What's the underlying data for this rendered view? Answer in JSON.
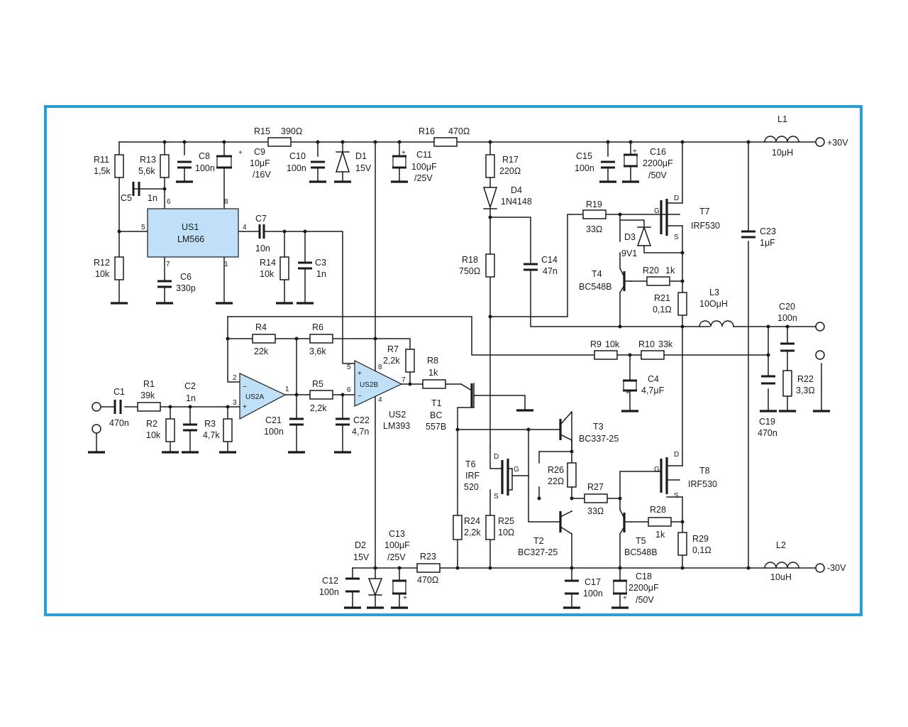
{
  "colors": {
    "frame": "#2a9fd6",
    "ic_fill": "#bfe0f6",
    "wire": "#1a1a1a"
  },
  "rails": {
    "plus": "+30V",
    "minus": "-30V"
  },
  "components": {
    "R1": {
      "ref": "R1",
      "value": "39k"
    },
    "R2": {
      "ref": "R2",
      "value": "10k"
    },
    "R3": {
      "ref": "R3",
      "value": "4,7k"
    },
    "R4": {
      "ref": "R4",
      "value": "22k"
    },
    "R5": {
      "ref": "R5",
      "value": "2,2k"
    },
    "R6": {
      "ref": "R6",
      "value": "3,6k"
    },
    "R7": {
      "ref": "R7",
      "value": "2,2k"
    },
    "R8": {
      "ref": "R8",
      "value": "1k"
    },
    "R9": {
      "ref": "R9",
      "value": "10k"
    },
    "R10": {
      "ref": "R10",
      "value": "33k"
    },
    "R11": {
      "ref": "R11",
      "value": "1,5k"
    },
    "R12": {
      "ref": "R12",
      "value": "10k"
    },
    "R13": {
      "ref": "R13",
      "value": "5,6k"
    },
    "R14": {
      "ref": "R14",
      "value": "10k"
    },
    "R15": {
      "ref": "R15",
      "value": "390Ω"
    },
    "R16": {
      "ref": "R16",
      "value": "470Ω"
    },
    "R17": {
      "ref": "R17",
      "value": "220Ω"
    },
    "R18": {
      "ref": "R18",
      "value": "750Ω"
    },
    "R19": {
      "ref": "R19",
      "value": "33Ω"
    },
    "R20": {
      "ref": "R20",
      "value": "1k"
    },
    "R21": {
      "ref": "R21",
      "value": "0,1Ω"
    },
    "R22": {
      "ref": "R22",
      "value": "3,3Ω"
    },
    "R23": {
      "ref": "R23",
      "value": "470Ω"
    },
    "R24": {
      "ref": "R24",
      "value": "2,2k"
    },
    "R25": {
      "ref": "R25",
      "value": "10Ω"
    },
    "R26": {
      "ref": "R26",
      "value": "22Ω"
    },
    "R27": {
      "ref": "R27",
      "value": "33Ω"
    },
    "R28": {
      "ref": "R28",
      "value": "1k"
    },
    "R29": {
      "ref": "R29",
      "value": "0,1Ω"
    },
    "C1": {
      "ref": "C1",
      "value": "470n"
    },
    "C2": {
      "ref": "C2",
      "value": "1n"
    },
    "C3": {
      "ref": "C3",
      "value": "1n"
    },
    "C4": {
      "ref": "C4",
      "value": "4,7μF"
    },
    "C5": {
      "ref": "C5",
      "value": "1n"
    },
    "C6": {
      "ref": "C6",
      "value": "330p"
    },
    "C7": {
      "ref": "C7",
      "value": "10n"
    },
    "C8": {
      "ref": "C8",
      "value": "100n"
    },
    "C9": {
      "ref": "C9",
      "value": "10μF",
      "value2": "/16V"
    },
    "C10": {
      "ref": "C10",
      "value": "100n"
    },
    "C11": {
      "ref": "C11",
      "value": "100μF",
      "value2": "/25V"
    },
    "C12": {
      "ref": "C12",
      "value": "100n"
    },
    "C13": {
      "ref": "C13",
      "value": "100μF",
      "value2": "/25V"
    },
    "C14": {
      "ref": "C14",
      "value": "47n"
    },
    "C15": {
      "ref": "C15",
      "value": "100n"
    },
    "C16": {
      "ref": "C16",
      "value": "2200μF",
      "value2": "/50V"
    },
    "C17": {
      "ref": "C17",
      "value": "100n"
    },
    "C18": {
      "ref": "C18",
      "value": "2200μF",
      "value2": "/50V"
    },
    "C19": {
      "ref": "C19",
      "value": "470n"
    },
    "C20": {
      "ref": "C20",
      "value": "100n"
    },
    "C21": {
      "ref": "C21",
      "value": "100n"
    },
    "C22": {
      "ref": "C22",
      "value": "4,7n"
    },
    "C23": {
      "ref": "C23",
      "value": "1μF"
    },
    "D1": {
      "ref": "D1",
      "value": "15V"
    },
    "D2": {
      "ref": "D2",
      "value": "15V"
    },
    "D3": {
      "ref": "D3",
      "value": "9V1"
    },
    "D4": {
      "ref": "D4",
      "value": "1N4148"
    },
    "L1": {
      "ref": "L1",
      "value": "10μH"
    },
    "L2": {
      "ref": "L2",
      "value": "10uH"
    },
    "L3": {
      "ref": "L3",
      "value": "10OμH"
    },
    "T1": {
      "ref": "T1",
      "value": "BC",
      "value2": "557B"
    },
    "T2": {
      "ref": "T2",
      "value": "BC327-25"
    },
    "T3": {
      "ref": "T3",
      "value": "BC337-25"
    },
    "T4": {
      "ref": "T4",
      "value": "BC548B"
    },
    "T5": {
      "ref": "T5",
      "value": "BC548B"
    },
    "T6": {
      "ref": "T6",
      "value": "IRF",
      "value2": "520"
    },
    "T7": {
      "ref": "T7",
      "value": "IRF530"
    },
    "T8": {
      "ref": "T8",
      "value": "IRF530"
    },
    "US1": {
      "ref": "US1",
      "value": "LM566"
    },
    "US2": {
      "ref": "US2",
      "value": "LM393",
      "a": "US2A",
      "b": "US2B"
    }
  },
  "pins": {
    "us1_6": "6",
    "us1_8": "8",
    "us1_5": "5",
    "us1_4": "4",
    "us1_7": "7",
    "us1_1": "1",
    "us2a_2": "2",
    "us2a_3": "3",
    "us2a_1": "1",
    "us2b_5": "5",
    "us2b_6": "6",
    "us2b_8": "8",
    "us2b_7": "7",
    "us2b_4": "4",
    "plus": "+",
    "minus": "−",
    "g": "G",
    "d": "D",
    "s": "S"
  }
}
